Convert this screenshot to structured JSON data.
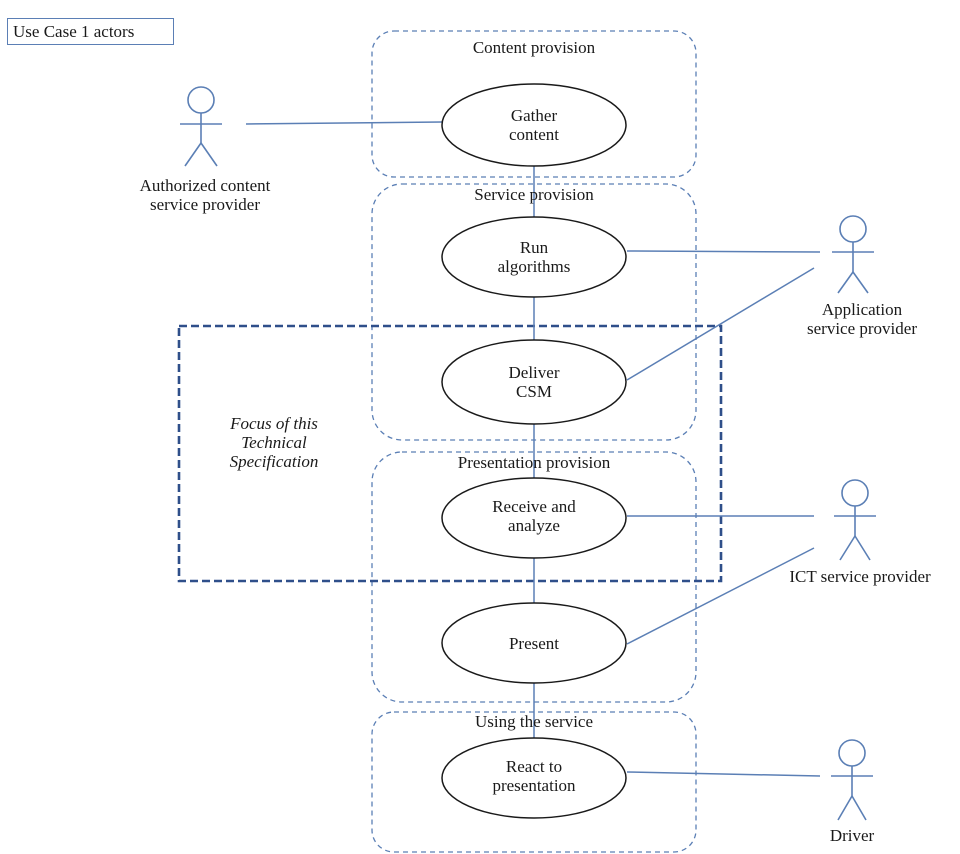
{
  "title": "Use Case 1 actors",
  "focus_label": "Focus of this\nTechnical\nSpecification",
  "groups": [
    {
      "label": "Content provision"
    },
    {
      "label": "Service provision"
    },
    {
      "label": "Presentation provision"
    },
    {
      "label": "Using the service"
    }
  ],
  "use_cases": [
    {
      "label": "Gather\ncontent"
    },
    {
      "label": "Run\nalgorithms"
    },
    {
      "label": "Deliver\nCSM"
    },
    {
      "label": "Receive and\nanalyze"
    },
    {
      "label": "Present"
    },
    {
      "label": "React to\npresentation"
    }
  ],
  "actors": [
    {
      "label": "Authorized content\nservice provider"
    },
    {
      "label": "Application\nservice provider"
    },
    {
      "label": "ICT service provider"
    },
    {
      "label": "Driver"
    }
  ],
  "colors": {
    "line": "#5b7fb5",
    "focus_border": "#2f4f8a",
    "text": "#1a1a1a"
  }
}
